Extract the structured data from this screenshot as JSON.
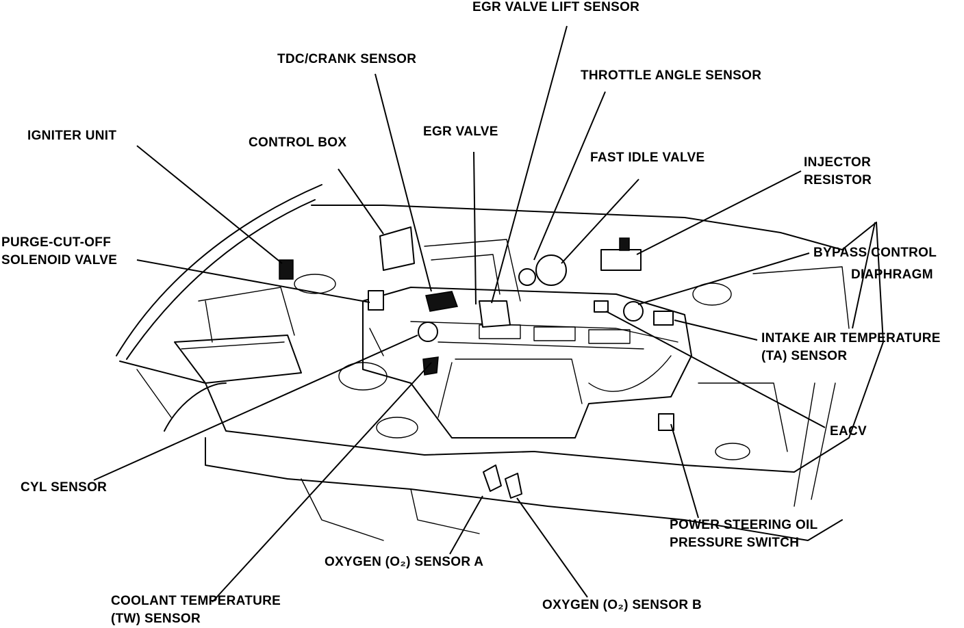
{
  "labels": {
    "egr_lift": "EGR VALVE LIFT SENSOR",
    "tdc_crank": "TDC/CRANK SENSOR",
    "throttle_angle": "THROTTLE ANGLE SENSOR",
    "igniter": "IGNITER UNIT",
    "control_box": "CONTROL BOX",
    "egr_valve": "EGR VALVE",
    "fast_idle": "FAST IDLE VALVE",
    "injector_resistor_1": "INJECTOR",
    "injector_resistor_2": "RESISTOR",
    "purge_1": "PURGE-CUT-OFF",
    "purge_2": "SOLENOID VALVE",
    "bypass_1": "BYPASS CONTROL",
    "bypass_2": "DIAPHRAGM",
    "intake_air_1": "INTAKE AIR TEMPERATURE",
    "intake_air_2": "(TA) SENSOR",
    "eacv": "EACV",
    "cyl": "CYL SENSOR",
    "ps_oil_1": "POWER STEERING OIL",
    "ps_oil_2": "PRESSURE SWITCH",
    "o2_a": "OXYGEN (O₂) SENSOR A",
    "coolant_1": "COOLANT TEMPERATURE",
    "coolant_2": "(TW) SENSOR",
    "o2_b": "OXYGEN (O₂) SENSOR B"
  }
}
